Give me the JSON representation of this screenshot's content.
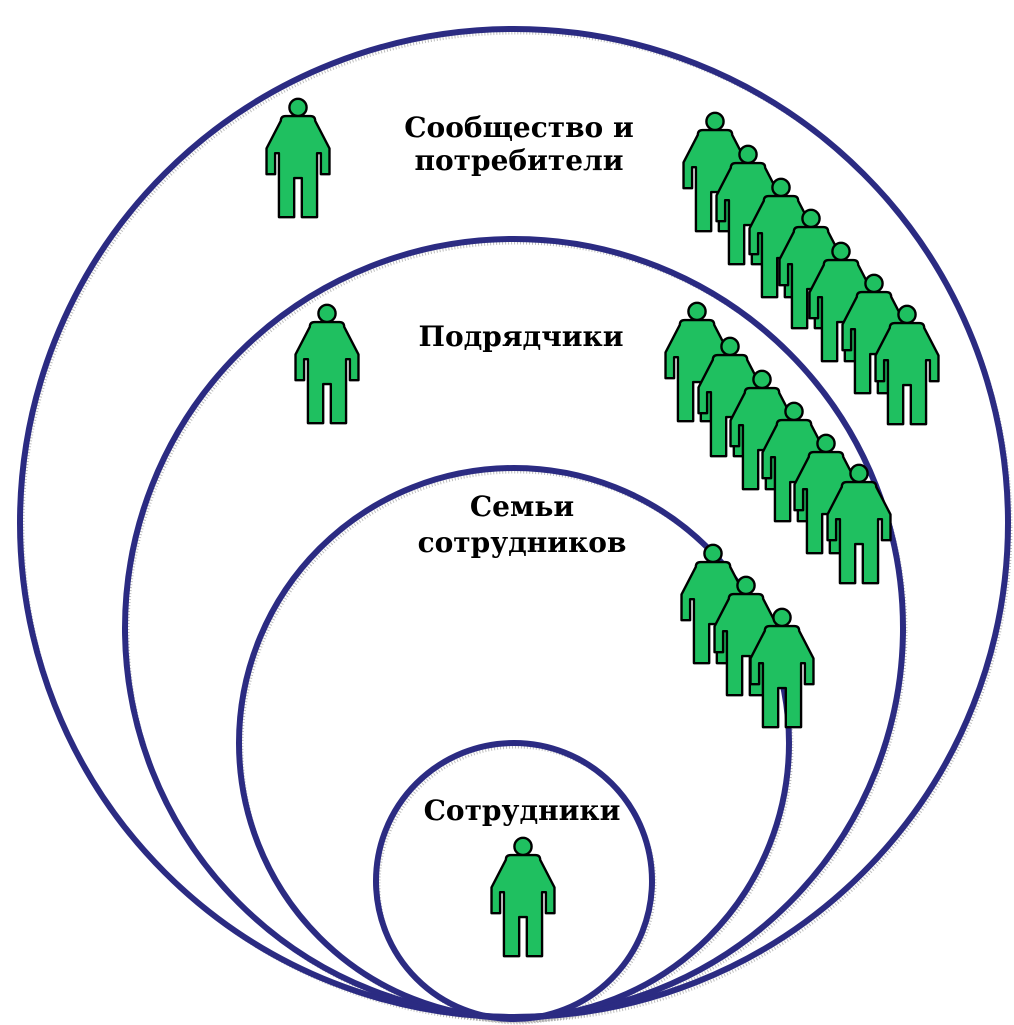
{
  "diagram": {
    "rings": [
      {
        "id": "community",
        "label_lines": [
          "Сообщество и",
          "потребители"
        ]
      },
      {
        "id": "contractors",
        "label_lines": [
          "Подрядчики"
        ]
      },
      {
        "id": "families",
        "label_lines": [
          "Семьи",
          "сотрудников"
        ]
      },
      {
        "id": "employees",
        "label_lines": [
          "Сотрудники"
        ]
      }
    ],
    "colors": {
      "ring_stroke": "#2b2b82",
      "person_fill": "#1fc060",
      "person_outline": "#000000",
      "background": "#ffffff",
      "label_text": "#000000"
    },
    "icons": {
      "person": "person-icon"
    }
  }
}
